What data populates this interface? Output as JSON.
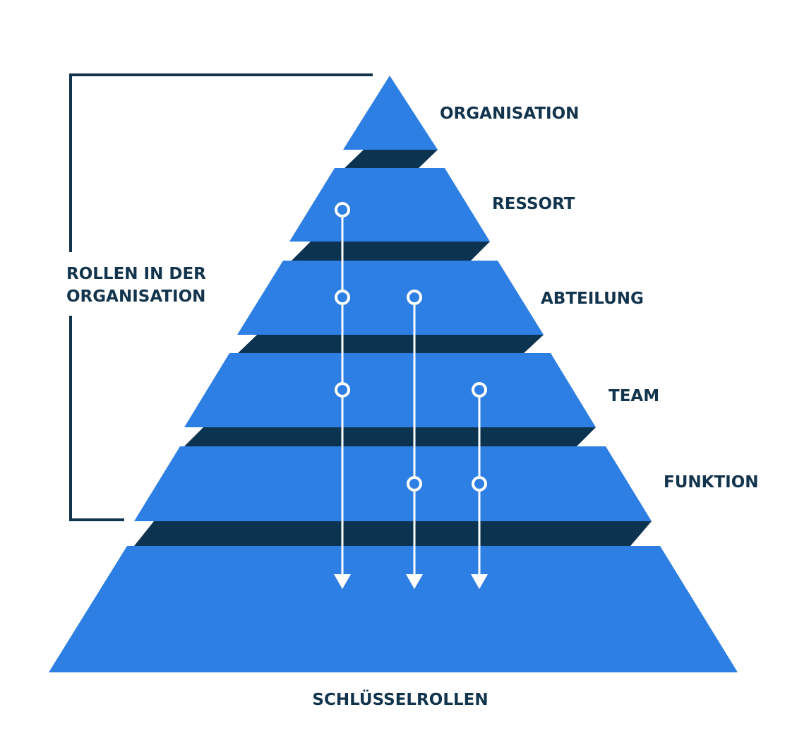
{
  "colors": {
    "tier": "#2d7fe3",
    "shadow": "#0c3350",
    "text": "#12344d",
    "connector": "#ffffff",
    "bracket": "#12344d"
  },
  "bracket_label": {
    "line1": "ROLLEN IN DER",
    "line2": "ORGANISATION"
  },
  "levels": [
    {
      "label": "ORGANISATION"
    },
    {
      "label": "RESSORT"
    },
    {
      "label": "ABTEILUNG"
    },
    {
      "label": "TEAM"
    },
    {
      "label": "FUNKTION"
    },
    {
      "label": "SCHLÜSSELROLLEN"
    }
  ],
  "connectors": [
    {
      "from_level": "RESSORT",
      "through": [
        "ABTEILUNG",
        "TEAM"
      ],
      "to_level": "SCHLÜSSELROLLEN"
    },
    {
      "from_level": "ABTEILUNG",
      "through": [
        "FUNKTION"
      ],
      "to_level": "SCHLÜSSELROLLEN"
    },
    {
      "from_level": "TEAM",
      "through": [
        "FUNKTION"
      ],
      "to_level": "SCHLÜSSELROLLEN"
    }
  ]
}
